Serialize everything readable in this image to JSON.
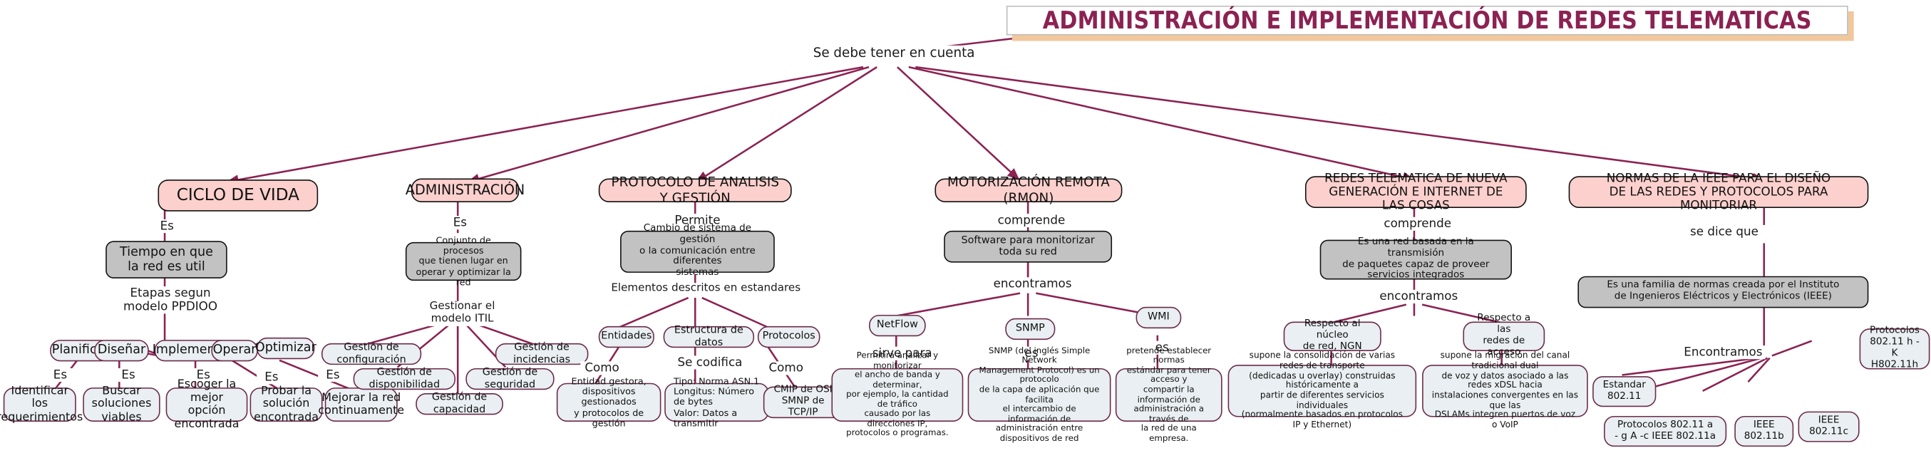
{
  "title": "ADMINISTRACIÓN E IMPLEMENTACIÓN DE REDES TELEMATICAS",
  "root_edge_label": "Se debe tener en cuenta",
  "colors": {
    "accent_line": "#8b2252",
    "title_text": "#8b2252",
    "title_shadow": "#f2c79b",
    "branch_fill": "#fbd0cd",
    "definition_fill": "#c2c2c2",
    "leaf_fill": "#e9eff2",
    "leaf_border": "#6b2b4a"
  },
  "branches": {
    "ciclo": {
      "title": "CICLO DE VIDA",
      "edge1": "Es",
      "definition": "Tiempo en que\nla red es util",
      "edge2": "Etapas segun\nmodelo PPDIOO",
      "stages": [
        {
          "name": "Planificar",
          "edge": "Es",
          "leaf": "Identificar\nlos requerimientos"
        },
        {
          "name": "Diseñar",
          "edge": "Es",
          "leaf": "Buscar soluciones\nviables"
        },
        {
          "name": "Implementar",
          "edge": "Es",
          "leaf": "Escoger la mejor\nopción encontrada"
        },
        {
          "name": "Operar",
          "edge": "Es",
          "leaf": "Probar la solución\nencontrada"
        },
        {
          "name": "Optimizar",
          "edge": "Es",
          "leaf": "Mejorar la red\ncontinuamente"
        }
      ]
    },
    "administracion": {
      "title": "ADMINISTRACIÓN",
      "edge1": "Es",
      "definition": "Conjunto de procesos\nque tienen lugar en\noperar y optimizar la red",
      "edge2": "Gestionar el\nmodelo ITIL",
      "items": [
        "Gestión de configuración",
        "Gestión de disponibilidad",
        "Gestión de capacidad",
        "Gestión de seguridad",
        "Gestión de incidencias"
      ]
    },
    "protocolo": {
      "title": "PROTOCOLO DE ANALISIS Y GESTIÓN",
      "edge1": "Permite",
      "definition": "Cambio de sistema de gestión\no la comunicación entre diferentes\nsistemas",
      "edge2": "Elementos descritos en estandares",
      "items": [
        {
          "name": "Entidades",
          "edge": "Como",
          "leaf": "Entidad gestora,\ndispositivos gestionados\ny protocolos de gestión"
        },
        {
          "name": "Estructura de datos",
          "edge": "Se codifica",
          "leaf": "Tipo: Norma ASN.1\nLongitus: Número de bytes\nValor: Datos a transmitir"
        },
        {
          "name": "Protocolos",
          "edge": "Como",
          "leaf": "CMIP de OSI\nSMNP de TCP/IP"
        }
      ]
    },
    "rmon": {
      "title": "MOTORIZACIÓN REMOTA (RMON)",
      "edge1": "comprende",
      "definition": "Software para monitorizar\ntoda su red",
      "edge2": "encontramos",
      "items": [
        {
          "name": "NetFlow",
          "edge": "sirve para",
          "leaf": "Permitirá analizar y monitorizar\nel ancho de banda y determinar,\npor ejemplo, la cantidad de tráfico\ncausado por las direcciones IP,\nprotocolos o programas."
        },
        {
          "name": "SNMP",
          "edge": "es",
          "leaf": "SNMP (del inglés Simple Network\nManagement Protocol) es un protocolo\nde la capa de aplicación que facilita\nel intercambio de información de\nadministración entre dispositivos de red"
        },
        {
          "name": "WMI",
          "edge": "es",
          "leaf": "pretende establecer normas\nestándar para tener acceso y\ncompartir la información de\nadministración a través de\nla red de una empresa."
        }
      ]
    },
    "nueva_generacion": {
      "title": "REDES TELEMATICA DE NUEVA\nGENERACIÓN E INTERNET DE LAS COSAS",
      "edge1": "comprende",
      "definition": "Es una red basada en la transmisión\nde paquetes capaz de proveer\nservicios integrados",
      "edge2": "encontramos",
      "items": [
        {
          "name": "Respecto al núcleo\nde red, NGN",
          "leaf": "supone la consolidación de varias redes de transporte\n(dedicadas u overlay) construidas históricamente a\npartir de diferentes servicios individuales\n(normalmente basados en protocolos IP y Ethernet)"
        },
        {
          "name": "Respecto a las\nredes de acceso",
          "leaf": "supone la migración del canal tradicional dual\nde voz y datos asociado a las redes xDSL hacia\ninstalaciones convergentes en las que las\nDSLAMs integren puertos de voz o VoIP"
        }
      ]
    },
    "ieee": {
      "title": "NORMAS DE LA IEEE PARA EL DISEÑO\nDE LAS REDES Y PROTOCOLOS PARA MONITORIAR",
      "edge1": "se dice que",
      "definition": "Es una familia de normas creada por el Instituto\nde Ingenieros Eléctricos y Electrónicos (IEEE)",
      "edge2": "Encontramos",
      "items": [
        "Estandar\n802.11",
        "Protocolos 802.11 a\n- g A -c IEEE 802.11a",
        "IEEE\n802.11b",
        "IEEE\n802.11c",
        "Protocolos\n802.11 h -\nK H802.11h"
      ]
    }
  }
}
